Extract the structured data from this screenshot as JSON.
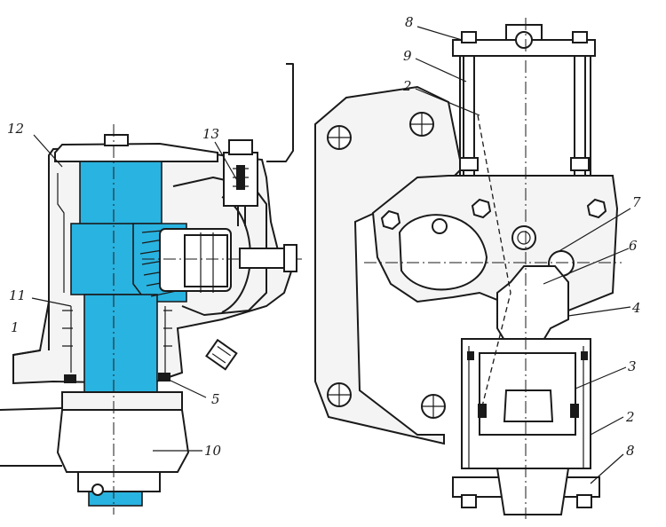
{
  "colors": {
    "highlight": "#29b3e0",
    "ink": "#1a1a1a",
    "background": "#ffffff",
    "body_fill": "#f4f4f4"
  },
  "left_view": {
    "callouts": [
      {
        "id": "c12",
        "label": "12"
      },
      {
        "id": "c13",
        "label": "13"
      },
      {
        "id": "c11",
        "label": "11"
      },
      {
        "id": "c1",
        "label": "1"
      },
      {
        "id": "c5",
        "label": "5"
      },
      {
        "id": "c10",
        "label": "10"
      }
    ]
  },
  "right_view": {
    "callouts": [
      {
        "id": "c8top",
        "label": "8"
      },
      {
        "id": "c9",
        "label": "9"
      },
      {
        "id": "c2top",
        "label": "2"
      },
      {
        "id": "c7",
        "label": "7"
      },
      {
        "id": "c6",
        "label": "6"
      },
      {
        "id": "c4",
        "label": "4"
      },
      {
        "id": "c3",
        "label": "3"
      },
      {
        "id": "c2bot",
        "label": "2"
      },
      {
        "id": "c8bot",
        "label": "8"
      }
    ]
  }
}
